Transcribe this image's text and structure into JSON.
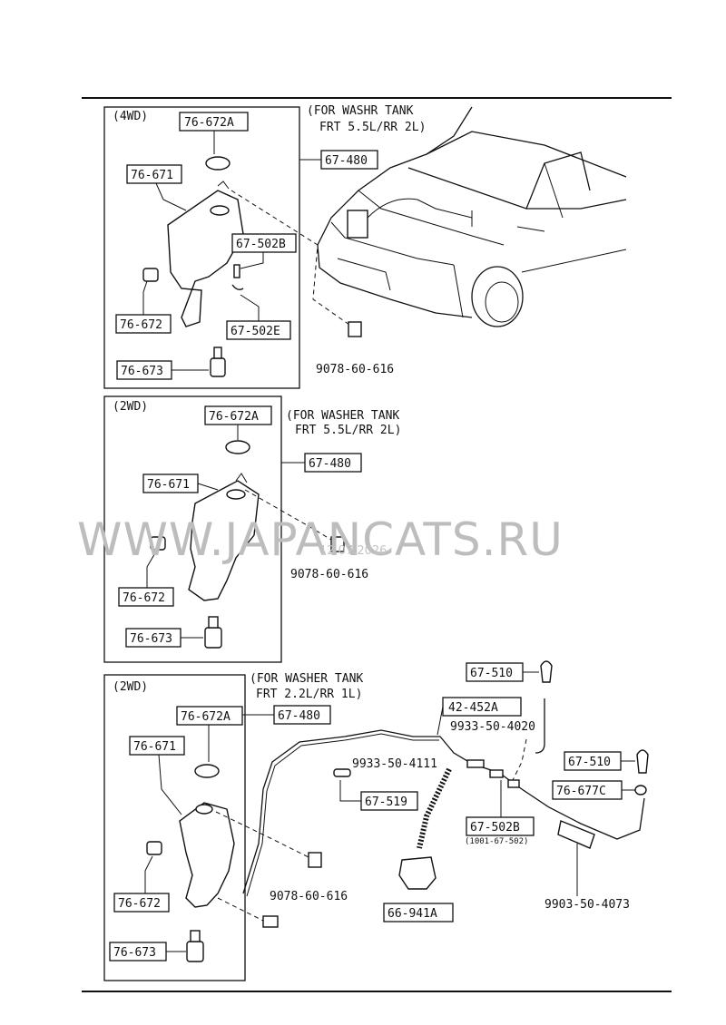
{
  "watermark": "WWW.JAPANCATS.RU",
  "sub_watermark": "12.07.2026",
  "sections": [
    {
      "variant": "(4WD)",
      "note_line1": "(FOR WASHR TANK",
      "note_line2": "FRT 5.5L/RR 2L)",
      "labels": {
        "cap": "76-672A",
        "tank": "76-671",
        "assembly": "67-480",
        "hose_b": "67-502B",
        "sensor": "76-672",
        "hose_e": "67-502E",
        "motor": "76-673",
        "bolt": "9078-60-616"
      }
    },
    {
      "variant": "(2WD)",
      "note_line1": "(FOR WASHER TANK",
      "note_line2": "FRT 5.5L/RR 2L)",
      "labels": {
        "cap": "76-672A",
        "tank": "76-671",
        "assembly": "67-480",
        "sensor": "76-672",
        "motor": "76-673",
        "bolt": "9078-60-616"
      }
    },
    {
      "variant": "(2WD)",
      "note_line1": "(FOR WASHER TANK",
      "note_line2": "FRT 2.2L/RR 1L)",
      "labels": {
        "cap": "76-672A",
        "tank": "76-671",
        "assembly": "67-480",
        "sensor": "76-672",
        "motor": "76-673",
        "bolt": "9078-60-616"
      }
    }
  ],
  "hoses": {
    "nozzle_top": "67-510",
    "joint": "42-452A",
    "hose_upper": "9933-50-4020",
    "hose_middle": "9933-50-4111",
    "clip_519": "67-519",
    "nozzle_right": "67-510",
    "check_valve": "76-677C",
    "hose_502b": "67-502B",
    "hose_502b_note": "(1001-67-502)",
    "hose_lower": "9903-50-4073",
    "clip_941": "66-941A"
  }
}
